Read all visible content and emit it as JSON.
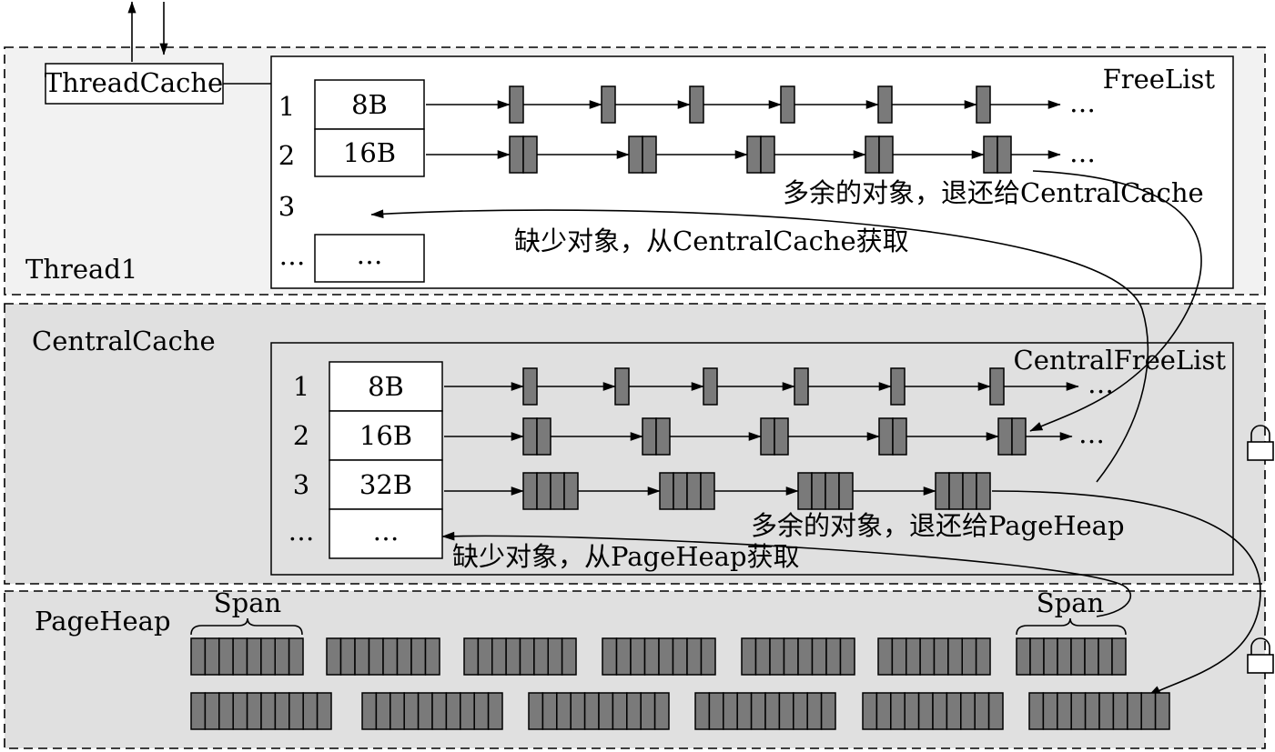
{
  "diagram": {
    "thread_cache_label": "ThreadCache",
    "thread_section": {
      "label": "Thread1",
      "freelist_title": "FreeList",
      "rows": [
        {
          "index": "1",
          "size": "8B"
        },
        {
          "index": "2",
          "size": "16B"
        },
        {
          "index": "3",
          "size": ""
        },
        {
          "index": "…",
          "size": "…"
        }
      ],
      "ellipsis": "…",
      "return_note": "多余的对象，退还给CentralCache",
      "fetch_note": "缺少对象，从CentralCache获取"
    },
    "central_section": {
      "label": "CentralCache",
      "list_title": "CentralFreeList",
      "rows": [
        {
          "index": "1",
          "size": "8B"
        },
        {
          "index": "2",
          "size": "16B"
        },
        {
          "index": "3",
          "size": "32B"
        },
        {
          "index": "…",
          "size": "…"
        }
      ],
      "ellipsis": "…",
      "return_note": "多余的对象，退还给PageHeap",
      "fetch_note": "缺少对象，从PageHeap获取"
    },
    "page_heap_section": {
      "label": "PageHeap",
      "span_label_left": "Span",
      "span_label_right": "Span"
    },
    "icons": [
      "lock-icon",
      "lock-icon"
    ],
    "colors": {
      "thread_bg": "#f2f2f2",
      "central_bg": "#e0e0e0",
      "pageheap_bg": "#e0e0e0",
      "block_fill": "#7a7a7a"
    }
  }
}
